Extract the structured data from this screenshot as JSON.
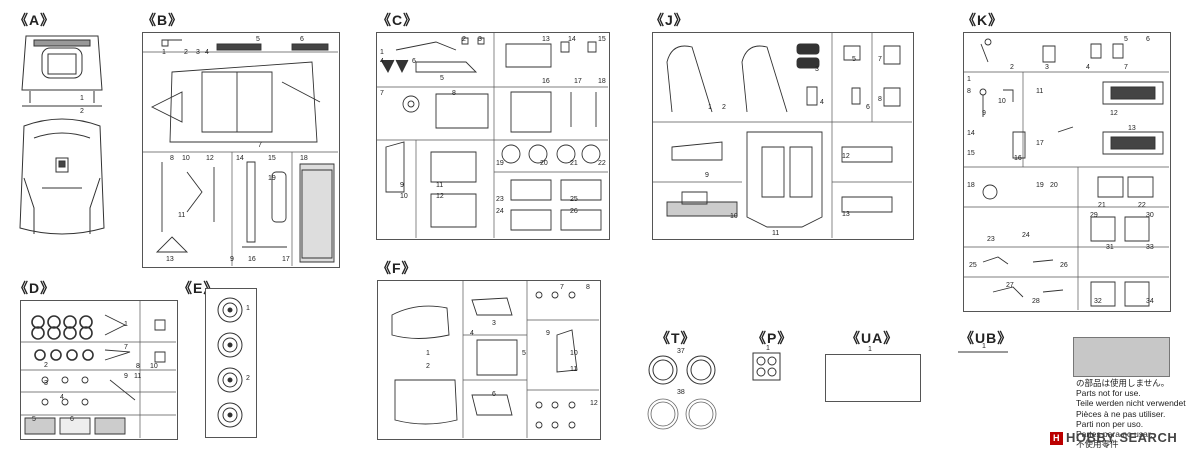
{
  "sprues": [
    {
      "id": "A",
      "label": "《A》",
      "parts": [
        "1",
        "2"
      ]
    },
    {
      "id": "B",
      "label": "《B》",
      "parts": [
        "1",
        "2",
        "3",
        "4",
        "5",
        "6",
        "7",
        "8",
        "9",
        "10",
        "11",
        "12",
        "13",
        "14",
        "15",
        "16",
        "17",
        "18",
        "19"
      ]
    },
    {
      "id": "C",
      "label": "《C》",
      "parts": [
        "1",
        "2",
        "3",
        "4",
        "5",
        "6",
        "7",
        "8",
        "9",
        "10",
        "11",
        "12",
        "13",
        "14",
        "15",
        "16",
        "17",
        "18",
        "19",
        "20",
        "21",
        "22",
        "23",
        "24",
        "25",
        "26"
      ]
    },
    {
      "id": "J",
      "label": "《J》",
      "parts": [
        "1",
        "2",
        "3",
        "4",
        "5",
        "6",
        "7",
        "8",
        "9",
        "10",
        "11",
        "12",
        "13"
      ]
    },
    {
      "id": "K",
      "label": "《K》",
      "parts": [
        "1",
        "2",
        "3",
        "4",
        "5",
        "6",
        "7",
        "8",
        "9",
        "10",
        "11",
        "12",
        "13",
        "14",
        "15",
        "16",
        "17",
        "18",
        "19",
        "20",
        "21",
        "22",
        "23",
        "24",
        "25",
        "26",
        "27",
        "28",
        "29",
        "30",
        "31",
        "32",
        "33",
        "34"
      ]
    },
    {
      "id": "D",
      "label": "《D》",
      "parts": [
        "1",
        "2",
        "3",
        "4",
        "5",
        "6",
        "7",
        "8",
        "9",
        "10",
        "11"
      ]
    },
    {
      "id": "E",
      "label": "《E》",
      "parts": [
        "1",
        "2"
      ]
    },
    {
      "id": "F",
      "label": "《F》",
      "parts": [
        "1",
        "2",
        "3",
        "4",
        "5",
        "6",
        "7",
        "8",
        "9",
        "10",
        "11",
        "12"
      ]
    },
    {
      "id": "T",
      "label": "《T》",
      "parts": [
        "37",
        "38"
      ]
    },
    {
      "id": "P",
      "label": "《P》",
      "parts": [
        "1"
      ]
    },
    {
      "id": "UA",
      "label": "《UA》",
      "parts": [
        "1"
      ]
    },
    {
      "id": "UB",
      "label": "《UB》",
      "parts": [
        "1"
      ]
    }
  ],
  "legend": {
    "swatch_color": "#c7c7c7",
    "lines": [
      "の部品は使用しません。",
      "Parts not for use.",
      "Teile werden nicht verwendet",
      "Pièces à ne pas utiliser.",
      "Parti non per uso.",
      "Partes para no usar.",
      "不使用零件"
    ]
  },
  "watermark": {
    "logo": "H",
    "text": "HOBBY SEARCH"
  }
}
